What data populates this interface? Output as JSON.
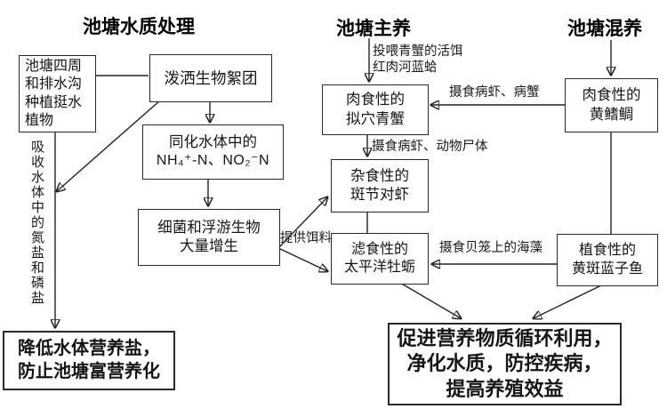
{
  "section_titles": {
    "water_treatment": "池塘水质处理",
    "main_culture": "池塘主养",
    "polyculture": "池塘混养"
  },
  "boxes": {
    "plants": {
      "l1": "池塘四周",
      "l2": "和排水沟",
      "l3": "种植挺水",
      "l4": "植物"
    },
    "biofloc": {
      "l1": "泼洒生物絮团"
    },
    "assimilation": {
      "l1": "同化水体中的",
      "l2": "NH₄⁺-N、NO₂⁻N"
    },
    "bacteria": {
      "l1": "细菌和浮游生物",
      "l2": "大量增生"
    },
    "mud_crab": {
      "l1": "肉食性的",
      "l2": "拟穴青蟹"
    },
    "tiger_shrimp": {
      "l1": "杂食性的",
      "l2": "斑节对虾"
    },
    "oyster": {
      "l1": "滤食性的",
      "l2": "太平洋牡蛎"
    },
    "seabream": {
      "l1": "肉食性的",
      "l2": "黄鳍鲷"
    },
    "rabbitfish": {
      "l1": "植食性的",
      "l2": "黄斑蓝子鱼"
    },
    "outcome_left": {
      "l1": "降低水体营养盐，",
      "l2": "防止池塘富营养化"
    },
    "outcome_right": {
      "l1": "促进营养物质循环利用，",
      "l2": "净化水质，防控疾病，",
      "l3": "提高养殖效益"
    }
  },
  "edge_labels": {
    "feed_bait_line1": "投喂青蟹的活饵",
    "feed_bait_line2": "红肉河蓝蛤",
    "eat_sick_shrimp_crab": "摄食病虾、病蟹",
    "eat_sick_shrimp_carcass": "摄食病虾、动物尸体",
    "provide_bait": "提供饵料",
    "eat_algae_on_cages": "摄食贝笼上的海藻",
    "absorb_nutrients": "吸收水体中的氮盐和磷盐"
  },
  "colors": {
    "line": "#222222",
    "text": "#111111",
    "background": "#ffffff"
  }
}
